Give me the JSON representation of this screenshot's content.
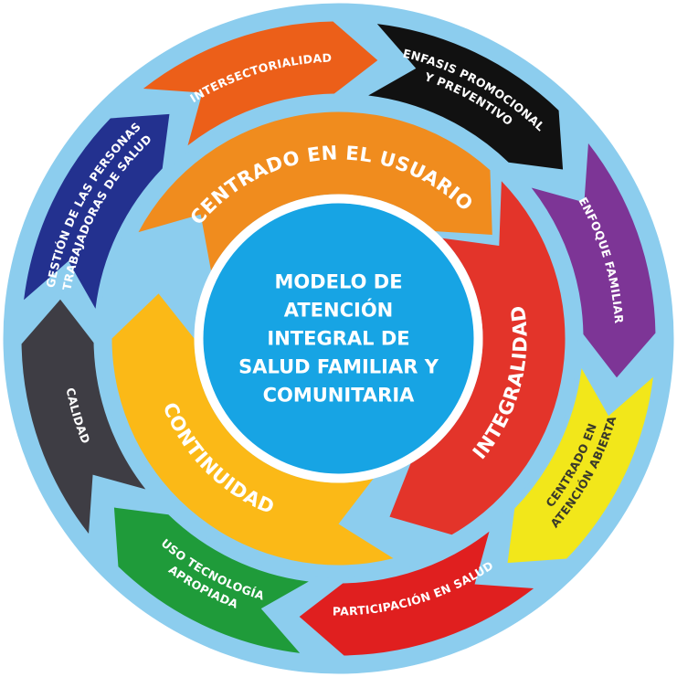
{
  "diagram": {
    "center": {
      "lines": [
        "MODELO DE",
        "ATENCIÓN",
        "INTEGRAL DE",
        "SALUD FAMILIAR Y",
        "COMUNITARIA"
      ],
      "color": "#17a4e4"
    },
    "inner_ring": [
      {
        "label": "CENTRADO EN EL USUARIO",
        "color": "#f08c1e"
      },
      {
        "label": "INTEGRALIDAD",
        "color": "#e3342a"
      },
      {
        "label": "CONTINUIDAD",
        "color": "#fbb917"
      }
    ],
    "outer_ring": [
      {
        "lines": [
          "INTERSECTORIALIDAD"
        ],
        "color": "#ec5f19"
      },
      {
        "lines": [
          "ENFASIS PROMOCIONAL",
          "Y PREVENTIVO"
        ],
        "color": "#111111"
      },
      {
        "lines": [
          "ENFOQUE FAMILIAR"
        ],
        "color": "#7d3596"
      },
      {
        "lines": [
          "CENTRADO EN",
          "ATENCIÓN ABIERTA"
        ],
        "color": "#f2e71a"
      },
      {
        "lines": [
          "PARTICIPACIÓN EN SALUD"
        ],
        "color": "#e01f1f"
      },
      {
        "lines": [
          "USO TECNOLOGÍA",
          "APROPIADA"
        ],
        "color": "#1f9b3a"
      },
      {
        "lines": [
          "CALIDAD"
        ],
        "color": "#3e3d44"
      },
      {
        "lines": [
          "GESTIÓN DE LAS PERSONAS",
          "TRABAJADORAS DE SALUD"
        ],
        "color": "#23318f"
      }
    ],
    "ring_background": "#8ccdee"
  }
}
